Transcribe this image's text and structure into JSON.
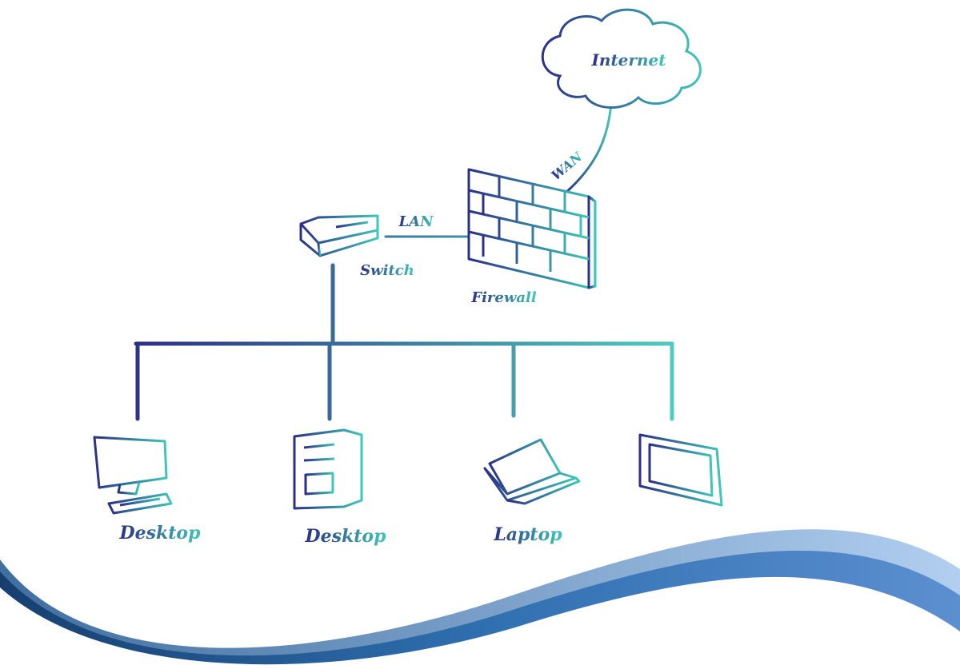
{
  "diagram": {
    "nodes": {
      "internet": {
        "label": "Internet"
      },
      "firewall": {
        "label": "Firewall"
      },
      "switch": {
        "label": "Switch"
      },
      "desktop1": {
        "label": "Desktop"
      },
      "desktop2": {
        "label": "Desktop"
      },
      "laptop": {
        "label": "Laptop"
      },
      "tablet": {
        "label": ""
      }
    },
    "links": {
      "wan": {
        "label": "WAN"
      },
      "lan": {
        "label": "LAN"
      }
    }
  },
  "colors": {
    "ink_start": "#2b2f86",
    "ink_end": "#3fc7b8",
    "wave_dark": "#1f5c8e",
    "wave_light": "#8fb8e3"
  }
}
